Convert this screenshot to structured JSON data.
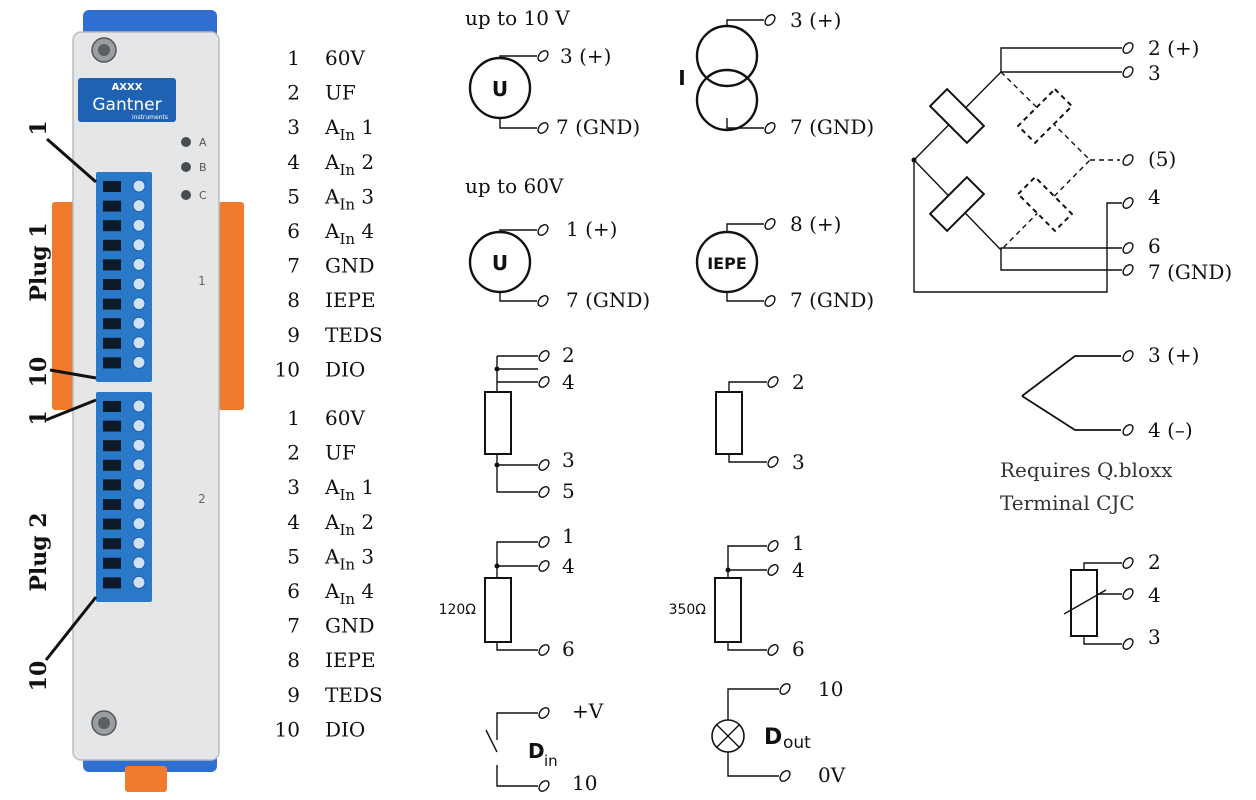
{
  "module": {
    "brand_model": "AXXX",
    "brand_name": "Gantner",
    "brand_sub": "instruments",
    "led_labels": [
      "A",
      "B",
      "C"
    ],
    "panel_numbers": [
      "1",
      "2"
    ],
    "colors": {
      "housing": "#e4e6e8",
      "rail": "#2f6fd1",
      "tab": "#f07b2c",
      "terminal": "#2a78c8",
      "brand_badge": "#1f62b3"
    }
  },
  "plugs": [
    {
      "title": "Plug 1",
      "start_marker": "1",
      "end_marker": "10"
    },
    {
      "title": "Plug 2",
      "start_marker": "1",
      "end_marker": "10"
    }
  ],
  "pinouts": [
    {
      "pins": [
        {
          "num": "1",
          "label": "60V",
          "sub": ""
        },
        {
          "num": "2",
          "label": "UF",
          "sub": ""
        },
        {
          "num": "3",
          "label": "A",
          "sub": "In",
          "suffix": " 1"
        },
        {
          "num": "4",
          "label": "A",
          "sub": "In",
          "suffix": " 2"
        },
        {
          "num": "5",
          "label": "A",
          "sub": "In",
          "suffix": " 3"
        },
        {
          "num": "6",
          "label": "A",
          "sub": "In",
          "suffix": " 4"
        },
        {
          "num": "7",
          "label": "GND",
          "sub": ""
        },
        {
          "num": "8",
          "label": "IEPE",
          "sub": ""
        },
        {
          "num": "9",
          "label": "TEDS",
          "sub": ""
        },
        {
          "num": "10",
          "label": "DIO",
          "sub": ""
        }
      ]
    },
    {
      "pins": [
        {
          "num": "1",
          "label": "60V",
          "sub": ""
        },
        {
          "num": "2",
          "label": "UF",
          "sub": ""
        },
        {
          "num": "3",
          "label": "A",
          "sub": "In",
          "suffix": " 1"
        },
        {
          "num": "4",
          "label": "A",
          "sub": "In",
          "suffix": " 2"
        },
        {
          "num": "5",
          "label": "A",
          "sub": "In",
          "suffix": " 3"
        },
        {
          "num": "6",
          "label": "A",
          "sub": "In",
          "suffix": " 4"
        },
        {
          "num": "7",
          "label": "GND",
          "sub": ""
        },
        {
          "num": "8",
          "label": "IEPE",
          "sub": ""
        },
        {
          "num": "9",
          "label": "TEDS",
          "sub": ""
        },
        {
          "num": "10",
          "label": "DIO",
          "sub": ""
        }
      ]
    }
  ],
  "diagrams": {
    "voltage10": {
      "caption": "up to 10 V",
      "symbol": "U",
      "t_pos": "3 (+)",
      "t_neg": "7 (GND)"
    },
    "voltage60": {
      "caption": "up to 60V",
      "symbol": "U",
      "t_pos": "1 (+)",
      "t_neg": "7 (GND)"
    },
    "current": {
      "symbol": "I",
      "t_pos": "3 (+)",
      "t_neg": "7 (GND)"
    },
    "iepe": {
      "symbol": "IEPE",
      "t_pos": "8 (+)",
      "t_neg": "7 (GND)"
    },
    "pot4": {
      "t1": "2",
      "t2": "4",
      "t3": "3",
      "t4": "5"
    },
    "res2": {
      "t1": "2",
      "t2": "3"
    },
    "res120": {
      "value": "120Ω",
      "t1": "1",
      "t2": "4",
      "t3": "6"
    },
    "res350": {
      "value": "350Ω",
      "t1": "1",
      "t2": "4",
      "t3": "6"
    },
    "din": {
      "symbol": "D",
      "sub": "in",
      "t_top": "+V",
      "t_bot": "10"
    },
    "dout": {
      "symbol": "D",
      "sub": "out",
      "t_top": "10",
      "t_bot": "0V"
    },
    "bridge": {
      "t1": "2 (+)",
      "t2": "3",
      "t3": "(5)",
      "t4": "4",
      "t5": "6",
      "t6": "7 (GND)"
    },
    "thermocouple": {
      "t_pos": "3 (+)",
      "t_neg": "4 (–)",
      "note_line1": "Requires Q.bloxx",
      "note_line2": "Terminal CJC"
    },
    "rtd": {
      "t1": "2",
      "t2": "4",
      "t3": "3"
    }
  }
}
